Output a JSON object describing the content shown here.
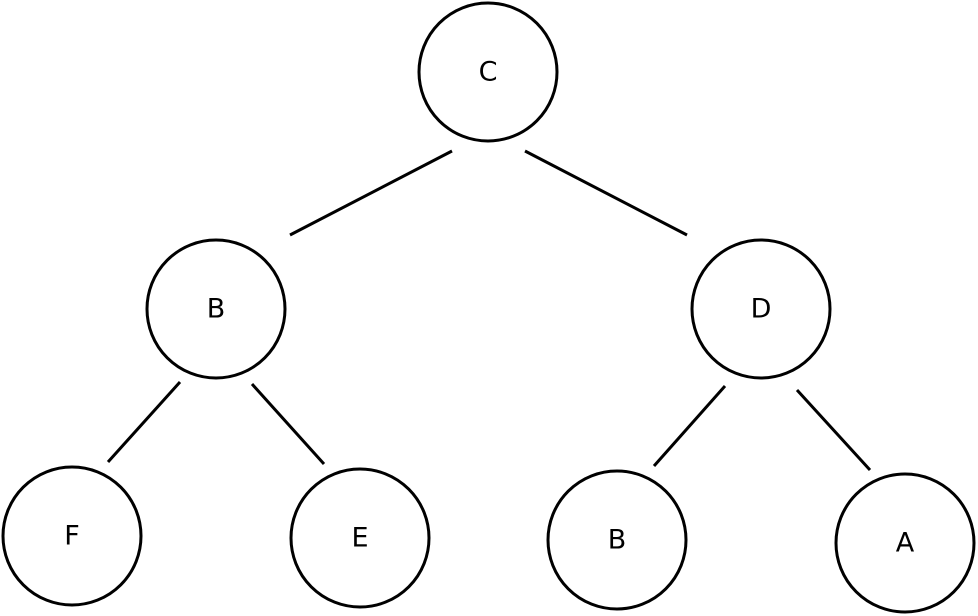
{
  "diagram": {
    "type": "binary-tree",
    "nodes": [
      {
        "id": "root",
        "label": "C"
      },
      {
        "id": "left",
        "label": "B"
      },
      {
        "id": "right",
        "label": "D"
      },
      {
        "id": "left-left",
        "label": "F"
      },
      {
        "id": "left-right",
        "label": "E"
      },
      {
        "id": "right-left",
        "label": "B"
      },
      {
        "id": "right-right",
        "label": "A"
      }
    ],
    "edges": [
      {
        "from": "root",
        "to": "left"
      },
      {
        "from": "root",
        "to": "right"
      },
      {
        "from": "left",
        "to": "left-left"
      },
      {
        "from": "left",
        "to": "left-right"
      },
      {
        "from": "right",
        "to": "right-left"
      },
      {
        "from": "right",
        "to": "right-right"
      }
    ]
  },
  "colors": {
    "stroke": "#000000",
    "fill": "#ffffff",
    "background": "#ffffff"
  }
}
